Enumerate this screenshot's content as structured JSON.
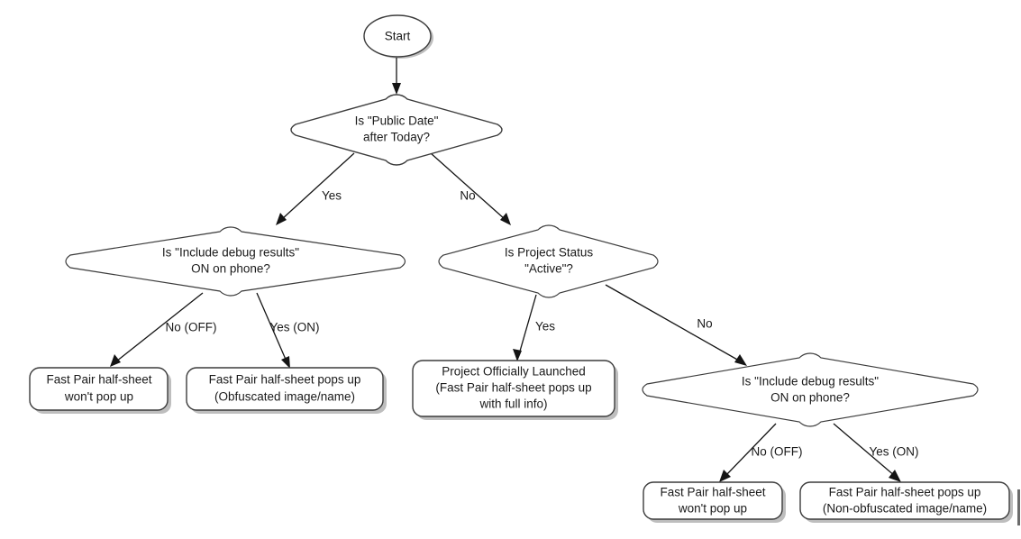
{
  "diagram": {
    "title": "Fast Pair half-sheet visibility decision flow",
    "colors": {
      "node_stroke": "#3c3c3c",
      "edge_stroke": "#141414",
      "shadow": "#b3b3b3",
      "text": "#1a1a1a",
      "background": "#ffffff"
    },
    "nodes": [
      {
        "id": "start",
        "type": "terminator-ellipse",
        "lines": [
          "Start"
        ]
      },
      {
        "id": "public-date-decision",
        "type": "decision-diamond",
        "lines": [
          "Is \"Public Date\"",
          "after Today?"
        ]
      },
      {
        "id": "debug-results-left-decision",
        "type": "decision-diamond",
        "lines": [
          "Is \"Include debug results\"",
          "ON on phone?"
        ]
      },
      {
        "id": "project-status-decision",
        "type": "decision-diamond",
        "lines": [
          "Is Project Status",
          "\"Active\"?"
        ]
      },
      {
        "id": "outcome-no-popup-left",
        "type": "rounded-rect",
        "lines": [
          "Fast Pair half-sheet",
          "won't pop up"
        ]
      },
      {
        "id": "outcome-obfuscated",
        "type": "rounded-rect",
        "lines": [
          "Fast Pair half-sheet pops up",
          "(Obfuscated image/name)"
        ]
      },
      {
        "id": "outcome-launched",
        "type": "rounded-rect",
        "lines": [
          "Project Officially Launched",
          "(Fast Pair half-sheet pops up",
          "with full info)"
        ]
      },
      {
        "id": "debug-results-right-decision",
        "type": "decision-diamond",
        "lines": [
          "Is \"Include debug results\"",
          "ON on phone?"
        ]
      },
      {
        "id": "outcome-no-popup-right",
        "type": "rounded-rect",
        "lines": [
          "Fast Pair half-sheet",
          "won't pop up"
        ]
      },
      {
        "id": "outcome-non-obfuscated",
        "type": "rounded-rect",
        "lines": [
          "Fast Pair half-sheet pops up",
          "(Non-obfuscated image/name)"
        ]
      }
    ],
    "edges": [
      {
        "id": "start-to-public-date",
        "from": "start",
        "to": "public-date-decision",
        "label": ""
      },
      {
        "id": "public-date-yes",
        "from": "public-date-decision",
        "to": "debug-results-left-decision",
        "label": "Yes"
      },
      {
        "id": "public-date-no",
        "from": "public-date-decision",
        "to": "project-status-decision",
        "label": "No"
      },
      {
        "id": "debug-left-no",
        "from": "debug-results-left-decision",
        "to": "outcome-no-popup-left",
        "label": "No (OFF)"
      },
      {
        "id": "debug-left-yes",
        "from": "debug-results-left-decision",
        "to": "outcome-obfuscated",
        "label": "Yes (ON)"
      },
      {
        "id": "project-status-yes",
        "from": "project-status-decision",
        "to": "outcome-launched",
        "label": "Yes"
      },
      {
        "id": "project-status-no",
        "from": "project-status-decision",
        "to": "debug-results-right-decision",
        "label": "No"
      },
      {
        "id": "debug-right-no",
        "from": "debug-results-right-decision",
        "to": "outcome-no-popup-right",
        "label": "No (OFF)"
      },
      {
        "id": "debug-right-yes",
        "from": "debug-results-right-decision",
        "to": "outcome-non-obfuscated",
        "label": "Yes (ON)"
      }
    ]
  },
  "text": {
    "start": "Start",
    "public_date_l1": "Is \"Public Date\"",
    "public_date_l2": "after Today?",
    "debug_left_l1": "Is \"Include debug results\"",
    "debug_left_l2": "ON on phone?",
    "project_status_l1": "Is Project Status",
    "project_status_l2": "\"Active\"?",
    "no_popup_left_l1": "Fast Pair half-sheet",
    "no_popup_left_l2": "won't pop up",
    "obfuscated_l1": "Fast Pair half-sheet pops up",
    "obfuscated_l2": "(Obfuscated image/name)",
    "launched_l1": "Project Officially Launched",
    "launched_l2": "(Fast Pair half-sheet pops up",
    "launched_l3": "with full info)",
    "debug_right_l1": "Is \"Include debug results\"",
    "debug_right_l2": "ON on phone?",
    "no_popup_right_l1": "Fast Pair half-sheet",
    "no_popup_right_l2": "won't pop up",
    "non_obfuscated_l1": "Fast Pair half-sheet pops up",
    "non_obfuscated_l2": "(Non-obfuscated image/name)",
    "label_yes": "Yes",
    "label_no": "No",
    "label_no_off_left": "No (OFF)",
    "label_yes_on_left": "Yes (ON)",
    "label_yes_mid": "Yes",
    "label_no_mid": "No",
    "label_no_off_right": "No (OFF)",
    "label_yes_on_right": "Yes (ON)"
  }
}
